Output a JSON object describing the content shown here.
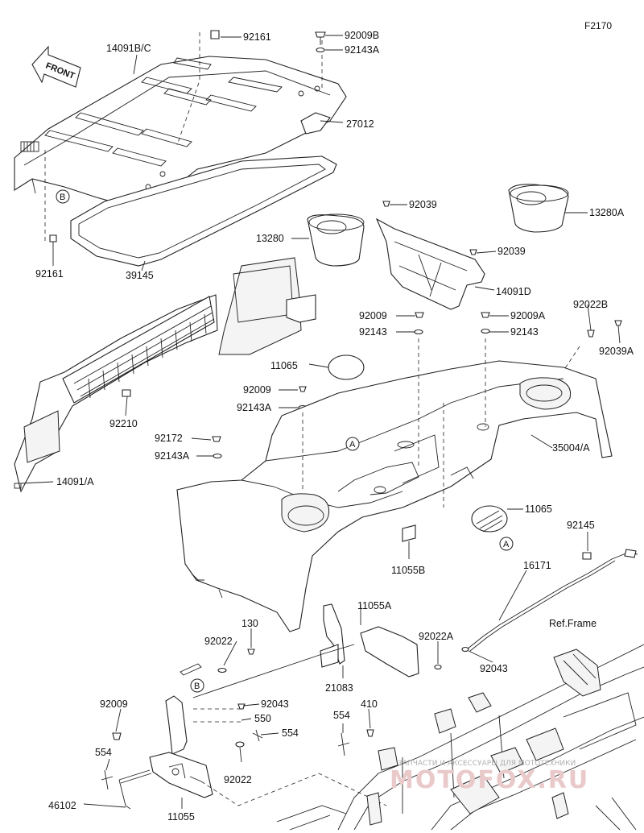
{
  "figure_id": "F2170",
  "front_label": "FRONT",
  "ref_frame": "Ref.Frame",
  "callouts": {
    "a1": "A",
    "a2": "A",
    "b1": "B",
    "b2": "B"
  },
  "labels": {
    "p92161_top": "92161",
    "p14091BC": "14091B/C",
    "p92009B": "92009B",
    "p92143A_top": "92143A",
    "p27012": "27012",
    "p92161_left": "92161",
    "p39145": "39145",
    "p13280": "13280",
    "p13280A": "13280A",
    "p92039_a": "92039",
    "p92039_b": "92039",
    "p14091D": "14091D",
    "p92009": "92009",
    "p92009A": "92009A",
    "p92022B": "92022B",
    "p92143": "92143",
    "p92143_b": "92143",
    "p92039A": "92039A",
    "p11065_top": "11065",
    "p92009_mid": "92009",
    "p92143A_mid": "92143A",
    "p92210": "92210",
    "p92172": "92172",
    "p92143A_low": "92143A",
    "p35004A": "35004/A",
    "p14091A": "14091/A",
    "p11065_low": "11065",
    "p11055B": "11055B",
    "p92145": "92145",
    "p16171": "16171",
    "p11055A": "11055A",
    "p130": "130",
    "p92022": "92022",
    "p92022A": "92022A",
    "p92043_r": "92043",
    "p21083": "21083",
    "p92009_low": "92009",
    "p92043_l": "92043",
    "p550": "550",
    "p554_mid": "554",
    "p410": "410",
    "p554_r": "554",
    "p554_l": "554",
    "p92022_low": "92022",
    "p46102": "46102",
    "p11055": "11055"
  },
  "watermark": {
    "line1": "ЗАПЧАСТИ И АКСЕССУАРЫ ДЛЯ МОТОТЕХНИКИ",
    "line2": "MOTOFOX.RU"
  }
}
